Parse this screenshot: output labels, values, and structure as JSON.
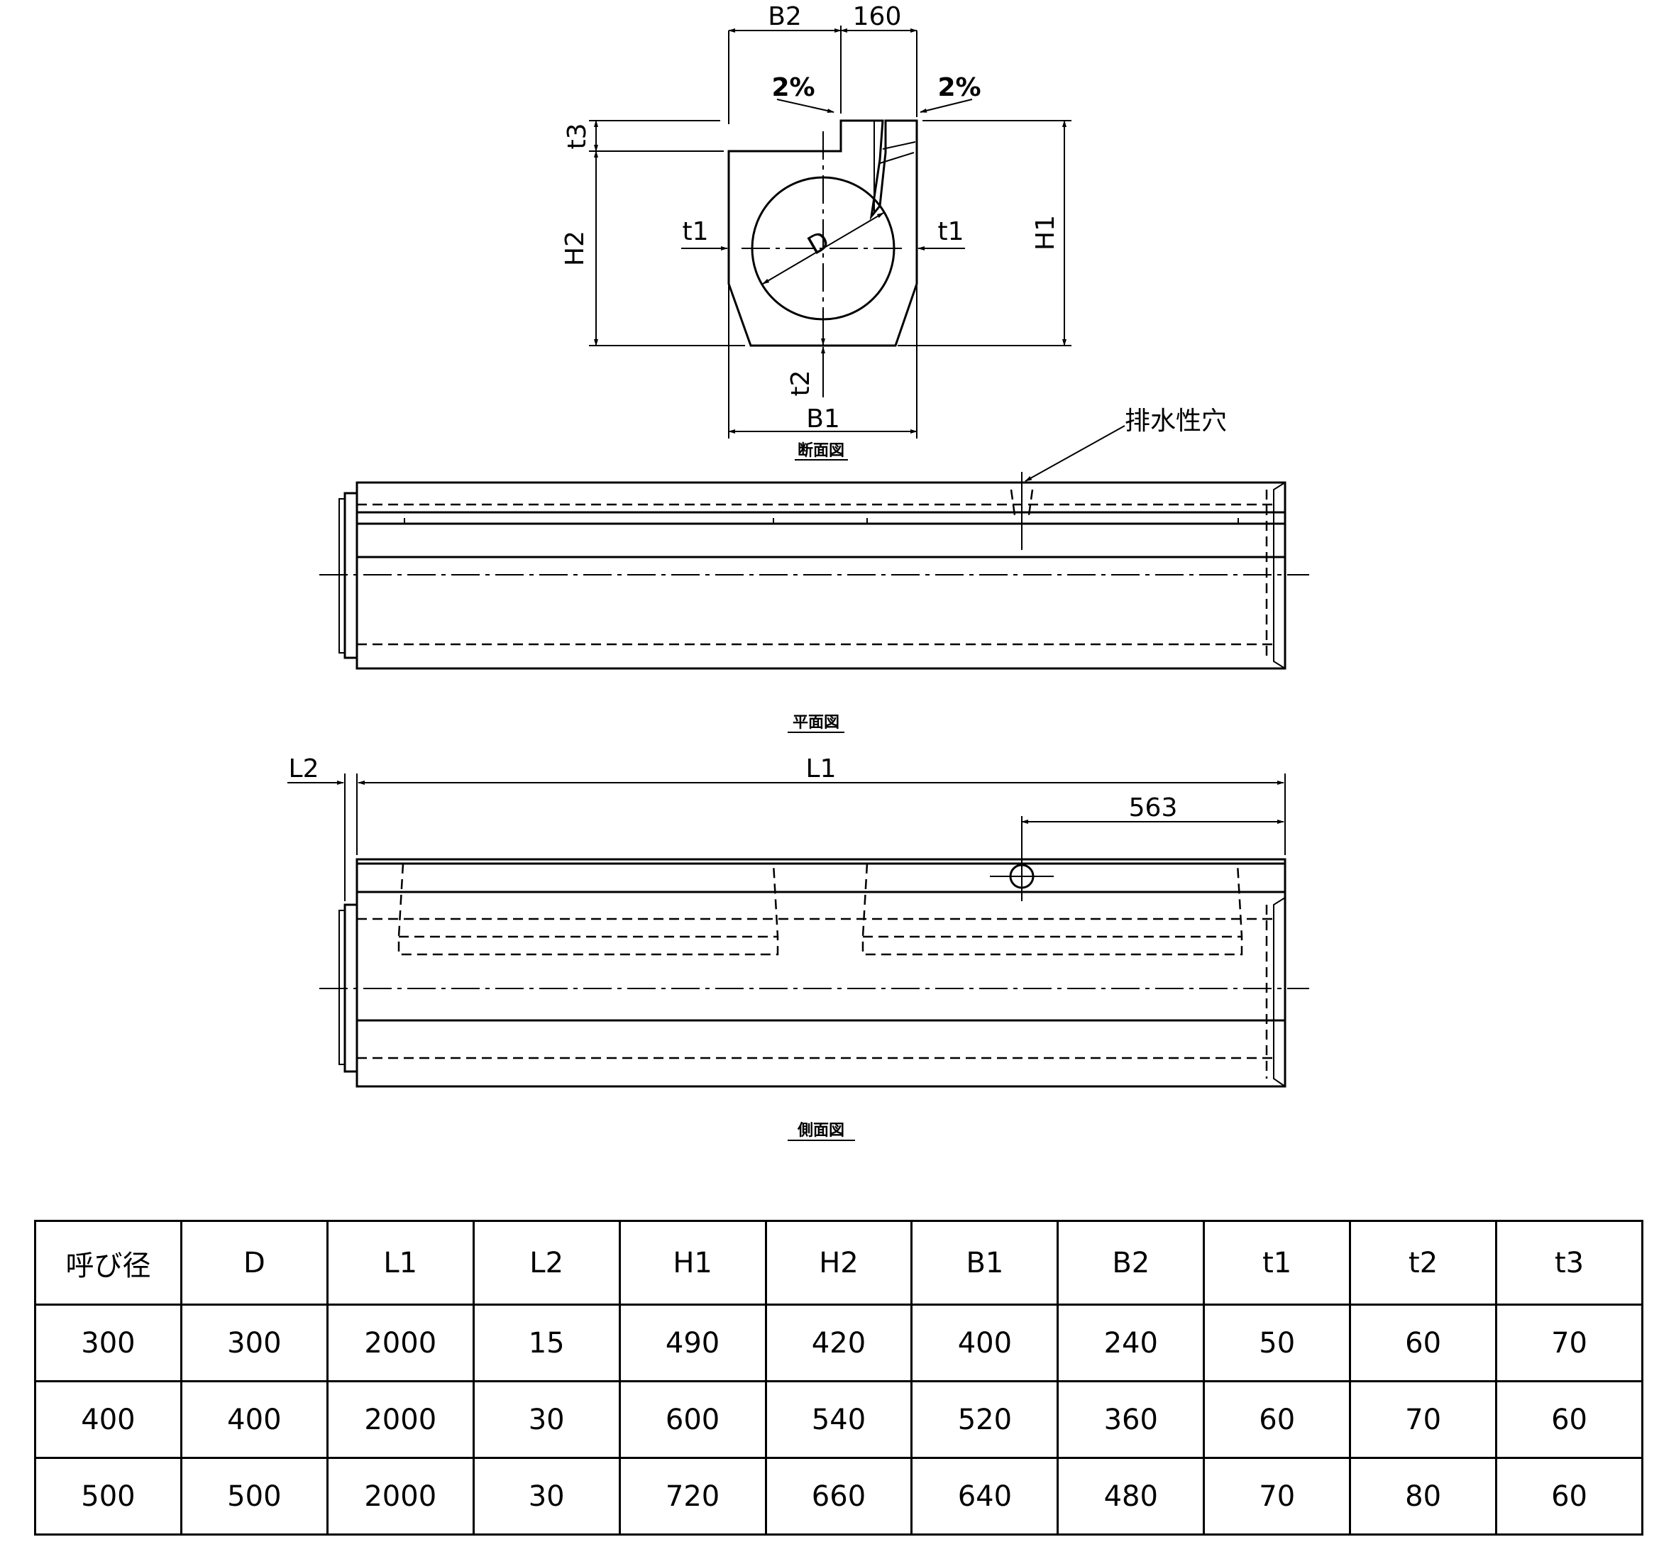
{
  "section_view": {
    "caption": "断面図",
    "dims": {
      "b2": "B2",
      "w160": "160",
      "slope_left": "2%",
      "slope_right": "2%",
      "t3": "t3",
      "h2": "H2",
      "h1": "H1",
      "t1_left": "t1",
      "t1_right": "t1",
      "d": "D",
      "t2": "t2",
      "b1": "B1"
    }
  },
  "plan_view": {
    "caption": "平面図",
    "drain_hole_label": "排水性穴"
  },
  "side_view": {
    "caption": "側面図",
    "dims": {
      "l2": "L2",
      "l1": "L1",
      "d563": "563"
    }
  },
  "table": {
    "headers": [
      "呼び径",
      "D",
      "L1",
      "L2",
      "H1",
      "H2",
      "B1",
      "B2",
      "t1",
      "t2",
      "t3"
    ],
    "rows": [
      [
        "300",
        "300",
        "2000",
        "15",
        "490",
        "420",
        "400",
        "240",
        "50",
        "60",
        "70"
      ],
      [
        "400",
        "400",
        "2000",
        "30",
        "600",
        "540",
        "520",
        "360",
        "60",
        "70",
        "60"
      ],
      [
        "500",
        "500",
        "2000",
        "30",
        "720",
        "660",
        "640",
        "480",
        "70",
        "80",
        "60"
      ]
    ]
  }
}
